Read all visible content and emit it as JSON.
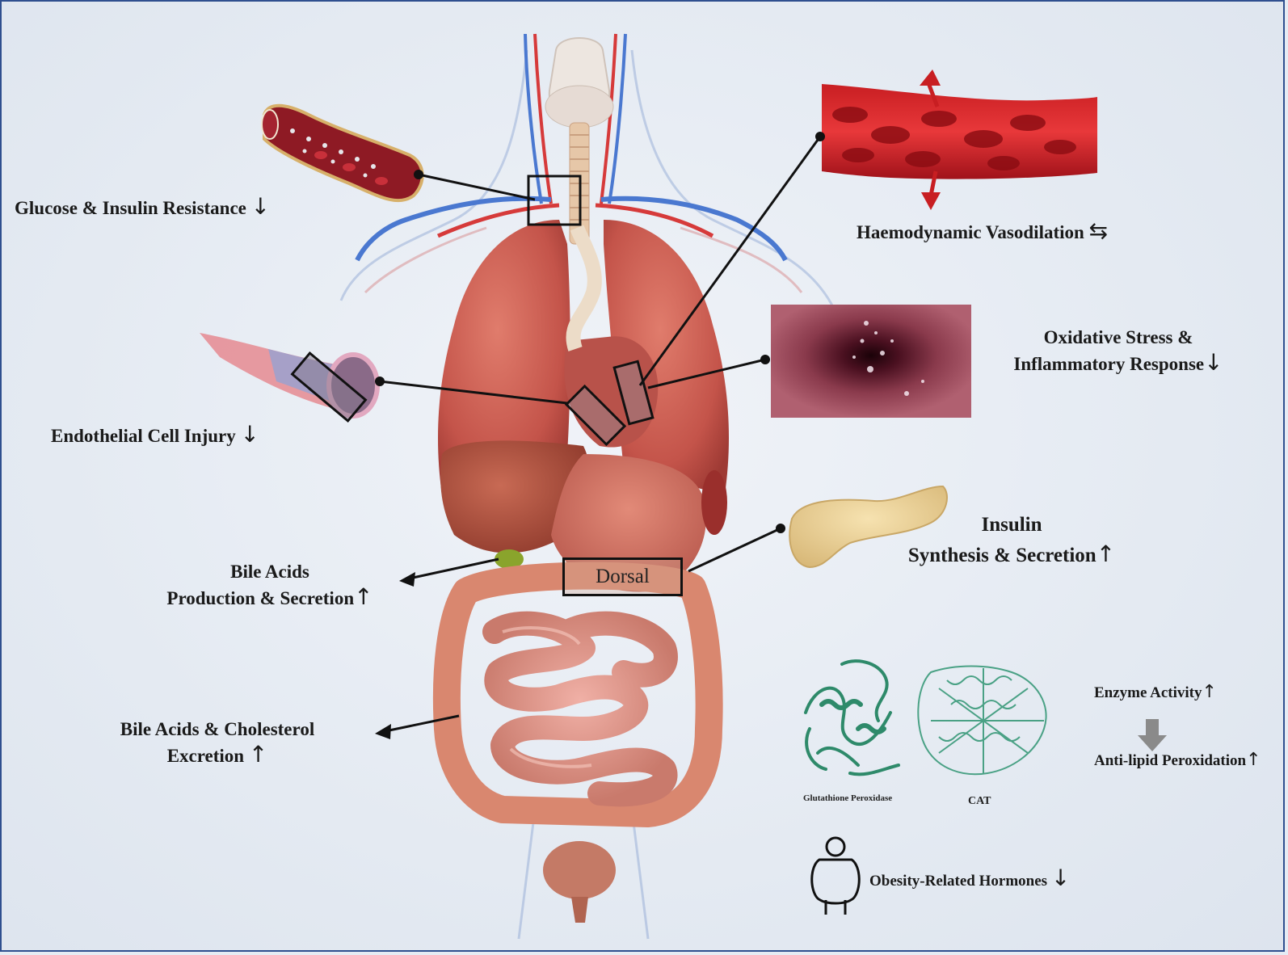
{
  "labels": {
    "glucose": {
      "text": "Glucose & Insulin Resistance",
      "arrow": "↓"
    },
    "haemodynamic": {
      "text": "Haemodynamic Vasodilation",
      "arrow": "⇆"
    },
    "oxidative": {
      "line1": "Oxidative Stress &",
      "line2": "Inflammatory Response",
      "arrow": "↓"
    },
    "endothelial": {
      "text": "Endothelial Cell Injury",
      "arrow": "↓"
    },
    "insulin": {
      "line1": "Insulin",
      "line2": "Synthesis & Secretion",
      "arrow": "↑"
    },
    "bile_prod": {
      "line1": "Bile Acids",
      "line2": "Production & Secretion",
      "arrow": "↑"
    },
    "bile_excr": {
      "line1": "Bile Acids & Cholesterol",
      "line2": "Excretion",
      "arrow": "↑"
    },
    "enzyme": {
      "text": "Enzyme Activity",
      "arrow": "↑"
    },
    "antilipid": {
      "text": "Anti-lipid Peroxidation",
      "arrow": "↑"
    },
    "obesity": {
      "text": "Obesity-Related Hormones",
      "arrow": "↓"
    },
    "dorsal": "Dorsal",
    "gpx": "Glutathione Peroxidase",
    "cat": "CAT"
  },
  "colors": {
    "border": "#2f4f8f",
    "text": "#1a1a1a",
    "blood": "#b3171c",
    "protein": "#2e8a6a",
    "organ": "#c85f55",
    "intestine": "#d98e7a"
  },
  "icons": [
    "person-icon",
    "down-arrow-icon",
    "protein-structure-icon"
  ]
}
